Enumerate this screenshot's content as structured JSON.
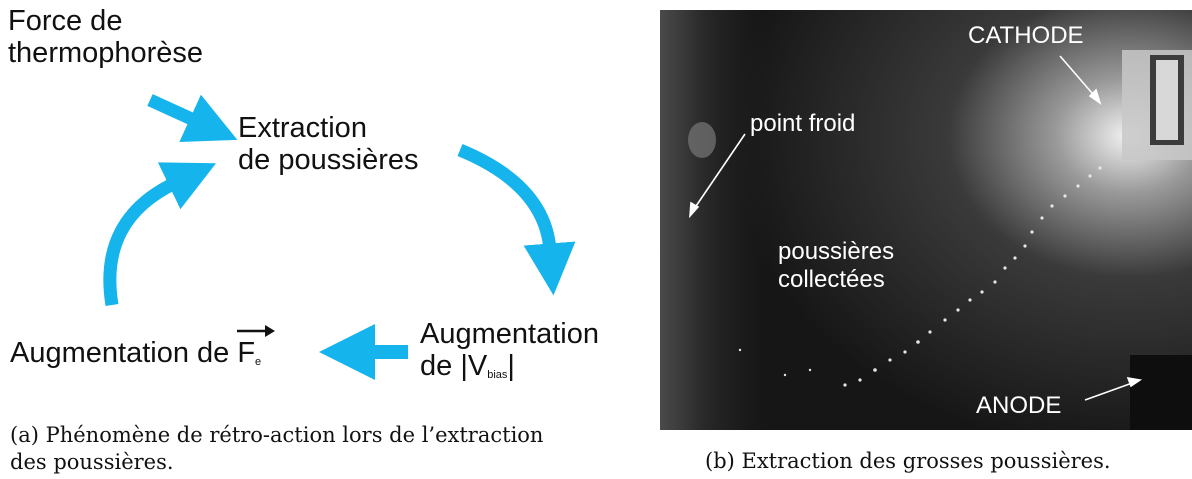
{
  "diagram": {
    "force_label": "Force de\nthermophorèse",
    "extraction_label": "Extraction\nde poussières",
    "augmentation_v_line1": "Augmentation",
    "augmentation_v_line2_prefix": "de |V",
    "augmentation_v_sub": "bias",
    "augmentation_v_suffix": "|",
    "augmentation_f_prefix": "Augmentation de ",
    "augmentation_f_symbol": "F",
    "augmentation_f_sub": "e",
    "arrow_color": "#16b4ec",
    "caption": "(a) Phénomène de rétro-action lors de l’extraction\ndes poussières."
  },
  "photo": {
    "cathode_label": "CATHODE",
    "anode_label": "ANODE",
    "point_froid_label": "point froid",
    "poussieres_label": "poussières\ncollectées",
    "caption": "(b) Extraction des grosses poussières."
  }
}
